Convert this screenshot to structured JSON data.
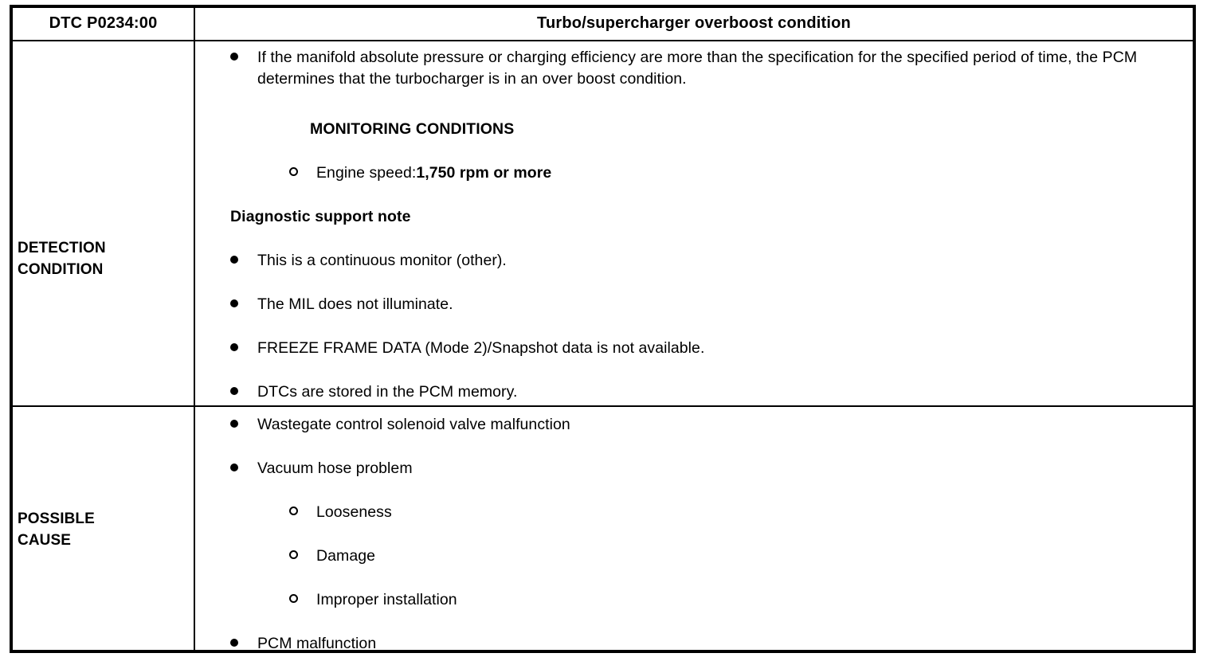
{
  "document": {
    "type": "dtc-diagnostic-table",
    "dtc_code": "DTC P0234:00",
    "dtc_title": "Turbo/supercharger overboost condition"
  },
  "rows": {
    "detection": {
      "label": "DETECTION\nCONDITION",
      "description": "If the manifold absolute pressure or charging efficiency are more than the specification for the specified period of time, the PCM determines that the turbocharger is in an over boost condition.",
      "monitoring_heading": "MONITORING CONDITIONS",
      "monitoring_item_label": "Engine speed:",
      "monitoring_item_value": "1,750 rpm or more",
      "support_note_heading": "Diagnostic support note",
      "notes": [
        "This is a continuous monitor (other).",
        "The MIL does not illuminate.",
        "FREEZE FRAME DATA (Mode 2)/Snapshot data is not available.",
        "DTCs are stored in the PCM memory."
      ]
    },
    "possible_cause": {
      "label": "POSSIBLE\nCAUSE",
      "causes": [
        "Wastegate control solenoid valve malfunction",
        "Vacuum hose problem",
        "PCM malfunction"
      ],
      "sub_causes": [
        "Looseness",
        "Damage",
        "Improper installation"
      ]
    }
  },
  "colors": {
    "border": "#000000",
    "text": "#000000",
    "background": "#ffffff"
  }
}
